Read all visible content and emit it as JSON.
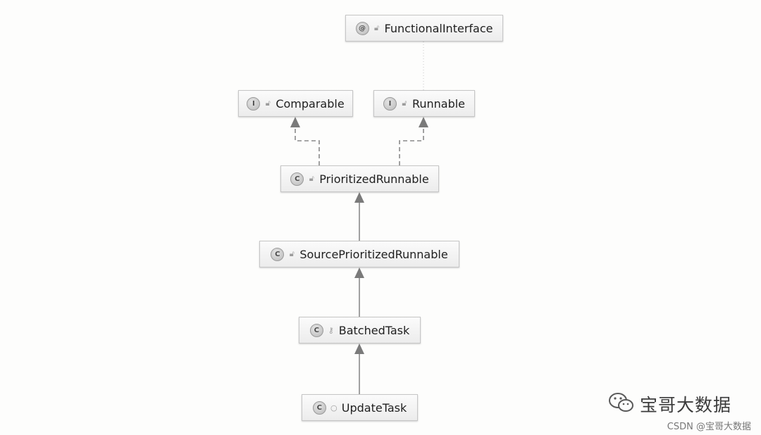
{
  "nodes": {
    "functional_interface": {
      "badge": "@",
      "visibility_icon": "unlocked-icon",
      "label": "FunctionalInterface"
    },
    "comparable": {
      "badge": "I",
      "visibility_icon": "unlocked-icon",
      "label": "Comparable"
    },
    "runnable": {
      "badge": "I",
      "visibility_icon": "unlocked-icon",
      "label": "Runnable"
    },
    "prioritized_runnable": {
      "badge": "C",
      "visibility_icon": "unlocked-icon",
      "label": "PrioritizedRunnable"
    },
    "source_prioritized_runnable": {
      "badge": "C",
      "visibility_icon": "unlocked-icon",
      "label": "SourcePrioritizedRunnable"
    },
    "batched_task": {
      "badge": "C",
      "visibility_icon": "key-icon",
      "label": "BatchedTask"
    },
    "update_task": {
      "badge": "C",
      "visibility_icon": "dot-icon",
      "label": "UpdateTask"
    }
  },
  "edges": [
    {
      "from": "prioritized_runnable",
      "to": "comparable",
      "kind": "implements"
    },
    {
      "from": "prioritized_runnable",
      "to": "runnable",
      "kind": "implements"
    },
    {
      "from": "functional_interface",
      "to": "runnable",
      "kind": "annotates"
    },
    {
      "from": "source_prioritized_runnable",
      "to": "prioritized_runnable",
      "kind": "extends"
    },
    {
      "from": "batched_task",
      "to": "source_prioritized_runnable",
      "kind": "extends"
    },
    {
      "from": "update_task",
      "to": "batched_task",
      "kind": "extends"
    }
  ],
  "watermark": {
    "brand_text": "宝哥大数据",
    "subtitle": "CSDN @宝哥大数据",
    "logo_icon": "wechat-icon"
  },
  "colors": {
    "edge": "#8a8a8a",
    "arrow_head": "#7a7a7a",
    "annotation_edge": "#c8c8c8"
  }
}
